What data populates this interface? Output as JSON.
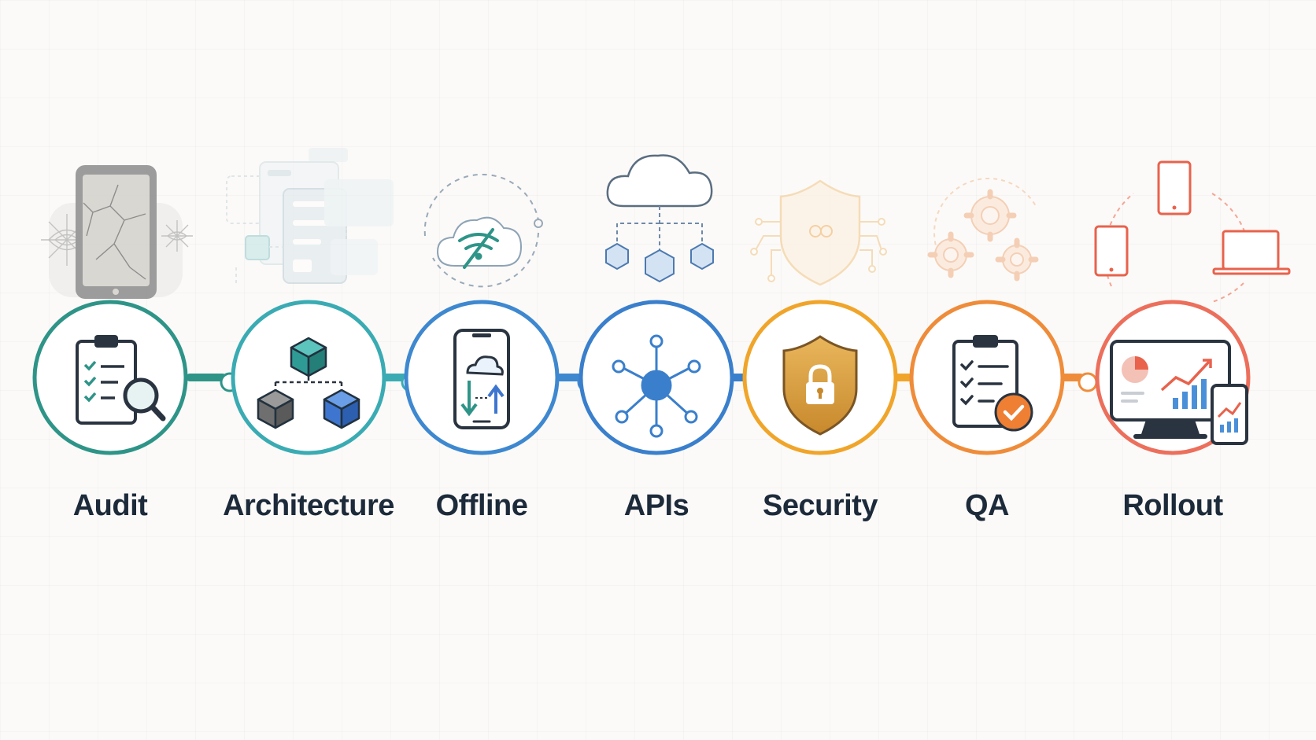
{
  "steps": [
    {
      "label": "Audit",
      "color": "#2e9488",
      "icon": "clipboard-search-icon",
      "illustration": "cracked-phone-cobweb"
    },
    {
      "label": "Architecture",
      "color": "#3aabb3",
      "icon": "cubes-icon",
      "illustration": "stacked-screens"
    },
    {
      "label": "Offline",
      "color": "#3e88d0",
      "icon": "phone-sync-icon",
      "illustration": "cloud-no-wifi"
    },
    {
      "label": "APIs",
      "color": "#3a7fcc",
      "icon": "network-hub-icon",
      "illustration": "cloud-hexagons"
    },
    {
      "label": "Security",
      "color": "#f0a52a",
      "icon": "shield-lock-icon",
      "illustration": "shield-circuit"
    },
    {
      "label": "QA",
      "color": "#ef8c3a",
      "icon": "checklist-check-icon",
      "illustration": "gears"
    },
    {
      "label": "Rollout",
      "color": "#ec6f5c",
      "icon": "monitor-dashboard-icon",
      "illustration": "multi-device"
    }
  ]
}
